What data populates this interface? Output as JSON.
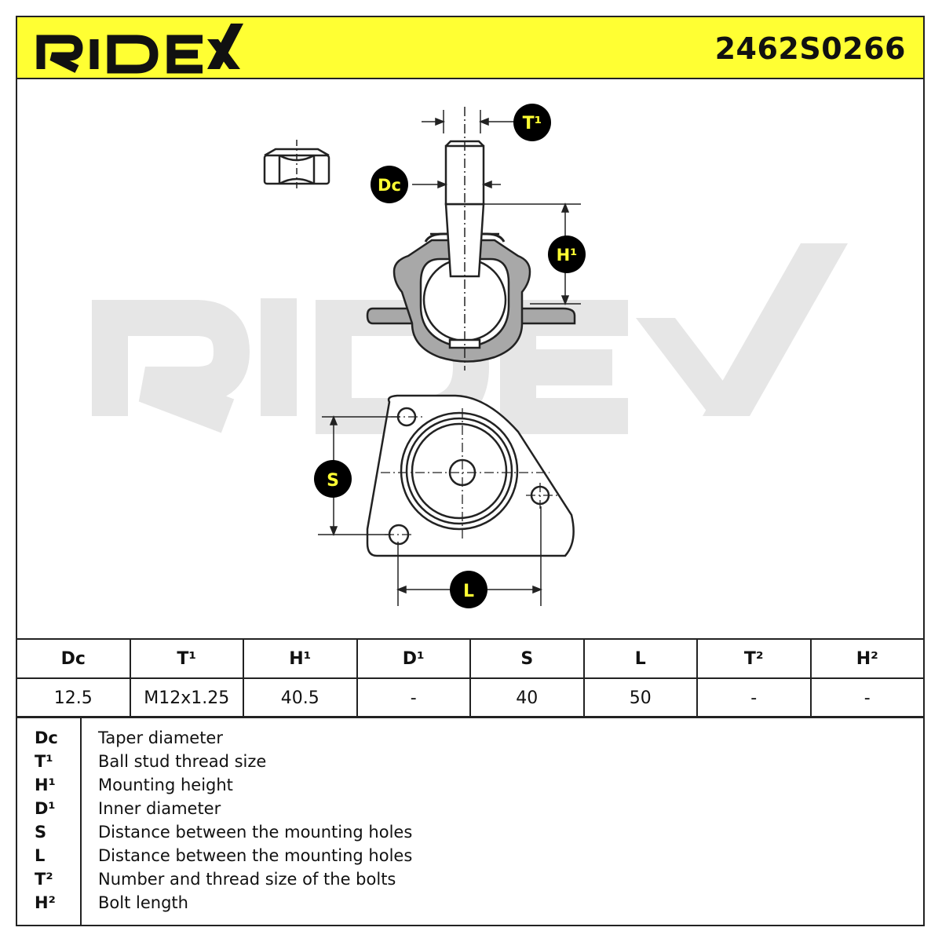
{
  "header": {
    "brand": "RIDEX",
    "part_number": "2462S0266"
  },
  "colors": {
    "header_bg": "#ffff33",
    "badge_bg": "#000000",
    "badge_text": "#ffff33",
    "part_fill": "#a8a8a8",
    "watermark": "#e6e6e6"
  },
  "diagram": {
    "watermark": "RIDEX",
    "callouts": {
      "t1": "T¹",
      "dc": "Dc",
      "h1": "H¹",
      "s": "S",
      "l": "L"
    }
  },
  "spec_table": {
    "headers": [
      "Dc",
      "T¹",
      "H¹",
      "D¹",
      "S",
      "L",
      "T²",
      "H²"
    ],
    "values": [
      "12.5",
      "M12x1.25",
      "40.5",
      "-",
      "40",
      "50",
      "-",
      "-"
    ]
  },
  "legend": [
    {
      "code": "Dc",
      "text": "Taper diameter"
    },
    {
      "code": "T¹",
      "text": "Ball stud thread size"
    },
    {
      "code": "H¹",
      "text": "Mounting height"
    },
    {
      "code": "D¹",
      "text": "Inner diameter"
    },
    {
      "code": "S",
      "text": "Distance between the mounting holes"
    },
    {
      "code": "L",
      "text": "Distance between the mounting holes"
    },
    {
      "code": "T²",
      "text": "Number and thread size of the bolts"
    },
    {
      "code": "H²",
      "text": "Bolt length"
    }
  ]
}
